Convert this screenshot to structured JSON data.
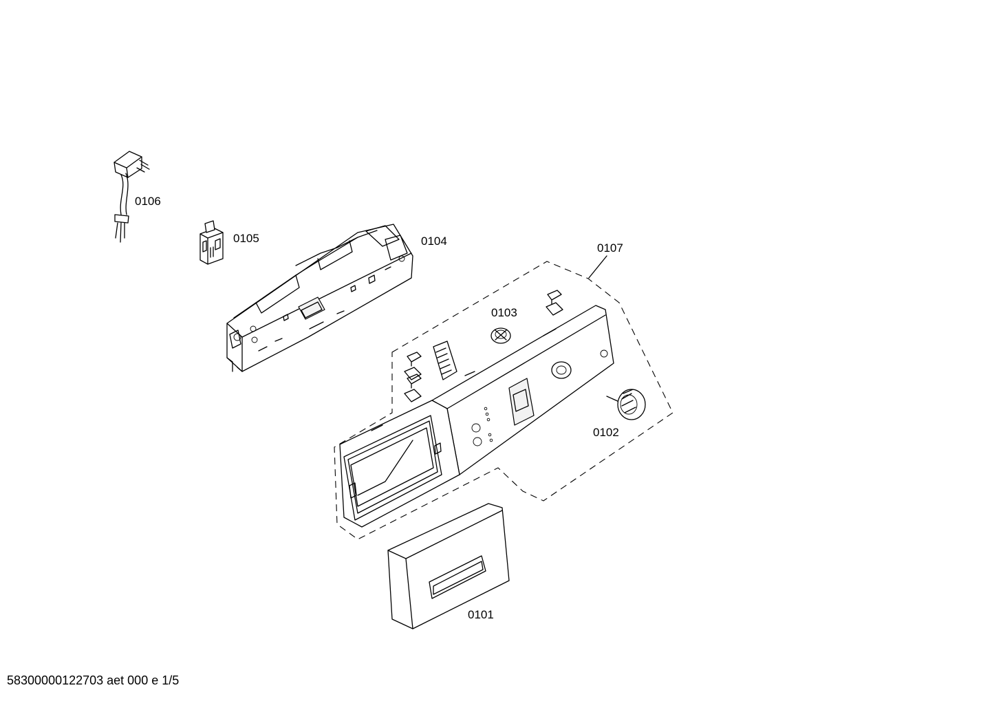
{
  "parts": [
    {
      "id": "0101"
    },
    {
      "id": "0102"
    },
    {
      "id": "0103"
    },
    {
      "id": "0104"
    },
    {
      "id": "0105"
    },
    {
      "id": "0106"
    },
    {
      "id": "0107"
    }
  ],
  "footer": {
    "doc_id": "58300000122703 aet 000 e 1/5"
  }
}
